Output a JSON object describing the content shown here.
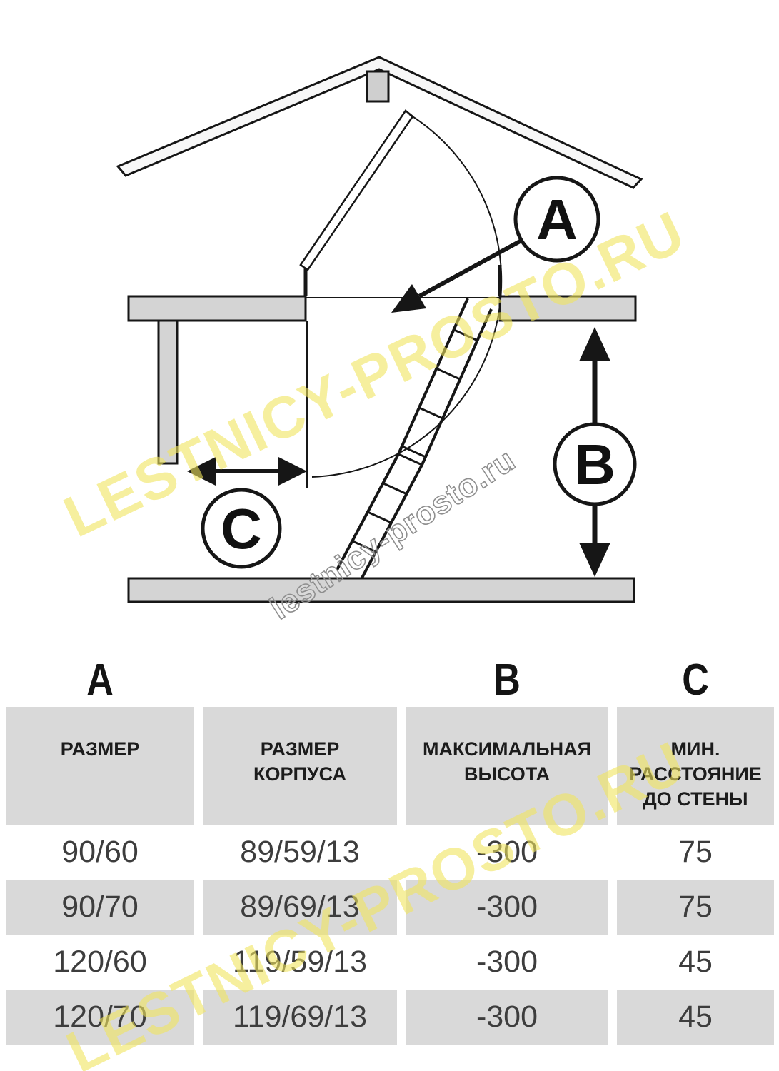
{
  "watermarks": {
    "large": "LESTNICY-PROSTO.RU",
    "small": "lestnicy-prosto.ru"
  },
  "diagram": {
    "label_a": "A",
    "label_b": "B",
    "label_c": "C"
  },
  "table": {
    "column_letters": [
      "A",
      "B",
      "C"
    ],
    "headers": [
      "РАЗМЕР",
      "РАЗМЕР КОРПУСА",
      "МАКСИМАЛЬНАЯ ВЫСОТА",
      "МИН. РАССТОЯНИЕ ДО СТЕНЫ"
    ],
    "rows": [
      [
        "90/60",
        "89/59/13",
        "-300",
        "75"
      ],
      [
        "90/70",
        "89/69/13",
        "-300",
        "75"
      ],
      [
        "120/60",
        "119/59/13",
        "-300",
        "45"
      ],
      [
        "120/70",
        "119/69/13",
        "-300",
        "45"
      ]
    ]
  },
  "colors": {
    "slab_gray": "#d4d4d4",
    "table_gray": "#d9d9d9",
    "watermark_yellow": "#f0e45e",
    "line_black": "#161616"
  }
}
